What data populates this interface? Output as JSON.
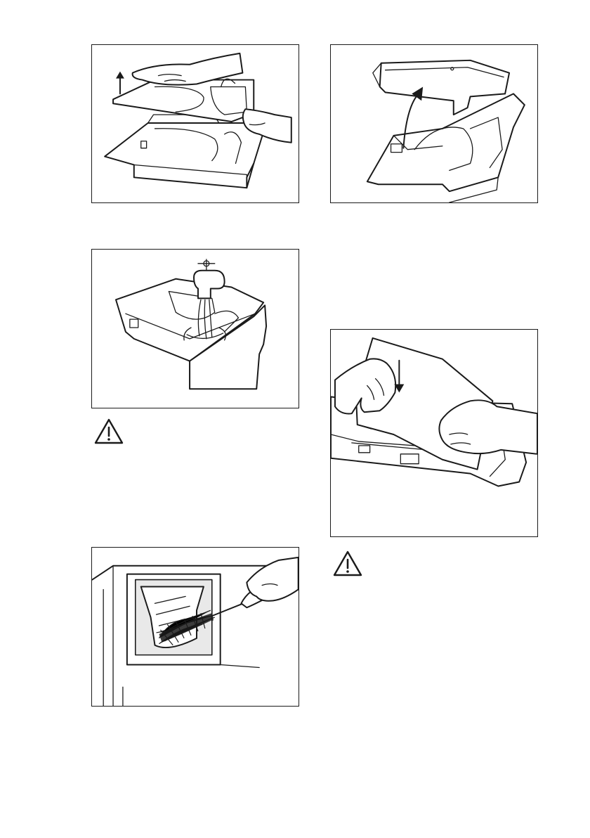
{
  "page": {
    "figures": [
      {
        "id": "remove-insert",
        "icon": "arrow-up-icon"
      },
      {
        "id": "lift-cover",
        "icon": "curved-arrow-icon"
      },
      {
        "id": "rinse-under-tap",
        "icon": "tap-icon"
      },
      {
        "id": "brush-recess",
        "icon": "brush-icon"
      },
      {
        "id": "press-insert-down",
        "icon": "arrow-down-icon"
      }
    ],
    "warnings": [
      {
        "icon": "warning-triangle-icon"
      },
      {
        "icon": "warning-triangle-icon"
      }
    ]
  }
}
